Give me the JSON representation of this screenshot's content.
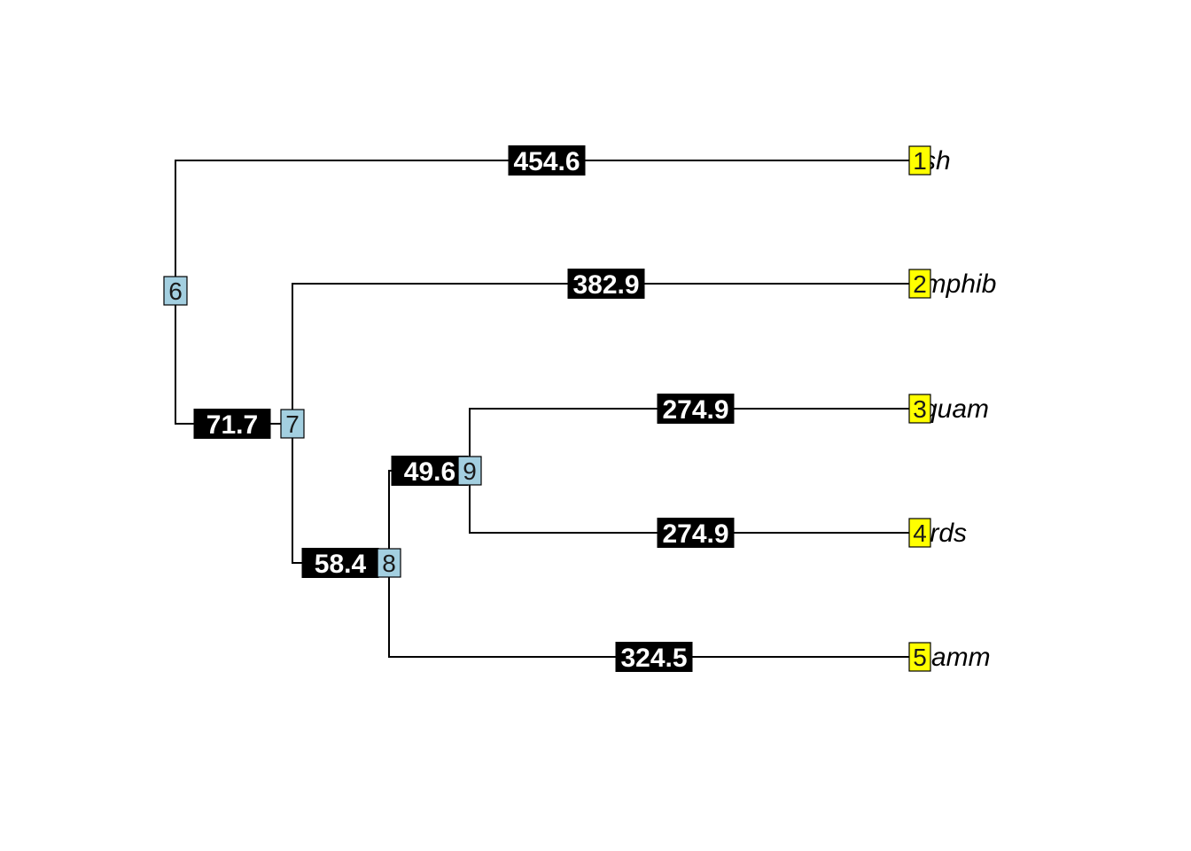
{
  "colors": {
    "internal_node_fill": "#a3cfe0",
    "tip_node_fill": "#ffff00",
    "edge_label_bg": "#000000",
    "edge_label_text": "#ffffff",
    "edge_line": "#000000"
  },
  "tree": {
    "tips": [
      {
        "id": "1",
        "label": "fish"
      },
      {
        "id": "2",
        "label": "amphib"
      },
      {
        "id": "3",
        "label": "squam"
      },
      {
        "id": "4",
        "label": "birds"
      },
      {
        "id": "5",
        "label": "mamm"
      }
    ],
    "internal_nodes": [
      {
        "id": "6"
      },
      {
        "id": "7"
      },
      {
        "id": "8"
      },
      {
        "id": "9"
      }
    ],
    "edges": [
      {
        "parent": "6",
        "child": "1",
        "length": "454.6"
      },
      {
        "parent": "6",
        "child": "7",
        "length": "71.7"
      },
      {
        "parent": "7",
        "child": "2",
        "length": "382.9"
      },
      {
        "parent": "7",
        "child": "8",
        "length": "58.4"
      },
      {
        "parent": "8",
        "child": "9",
        "length": "49.6"
      },
      {
        "parent": "8",
        "child": "5",
        "length": "324.5"
      },
      {
        "parent": "9",
        "child": "3",
        "length": "274.9"
      },
      {
        "parent": "9",
        "child": "4",
        "length": "274.9"
      }
    ]
  }
}
